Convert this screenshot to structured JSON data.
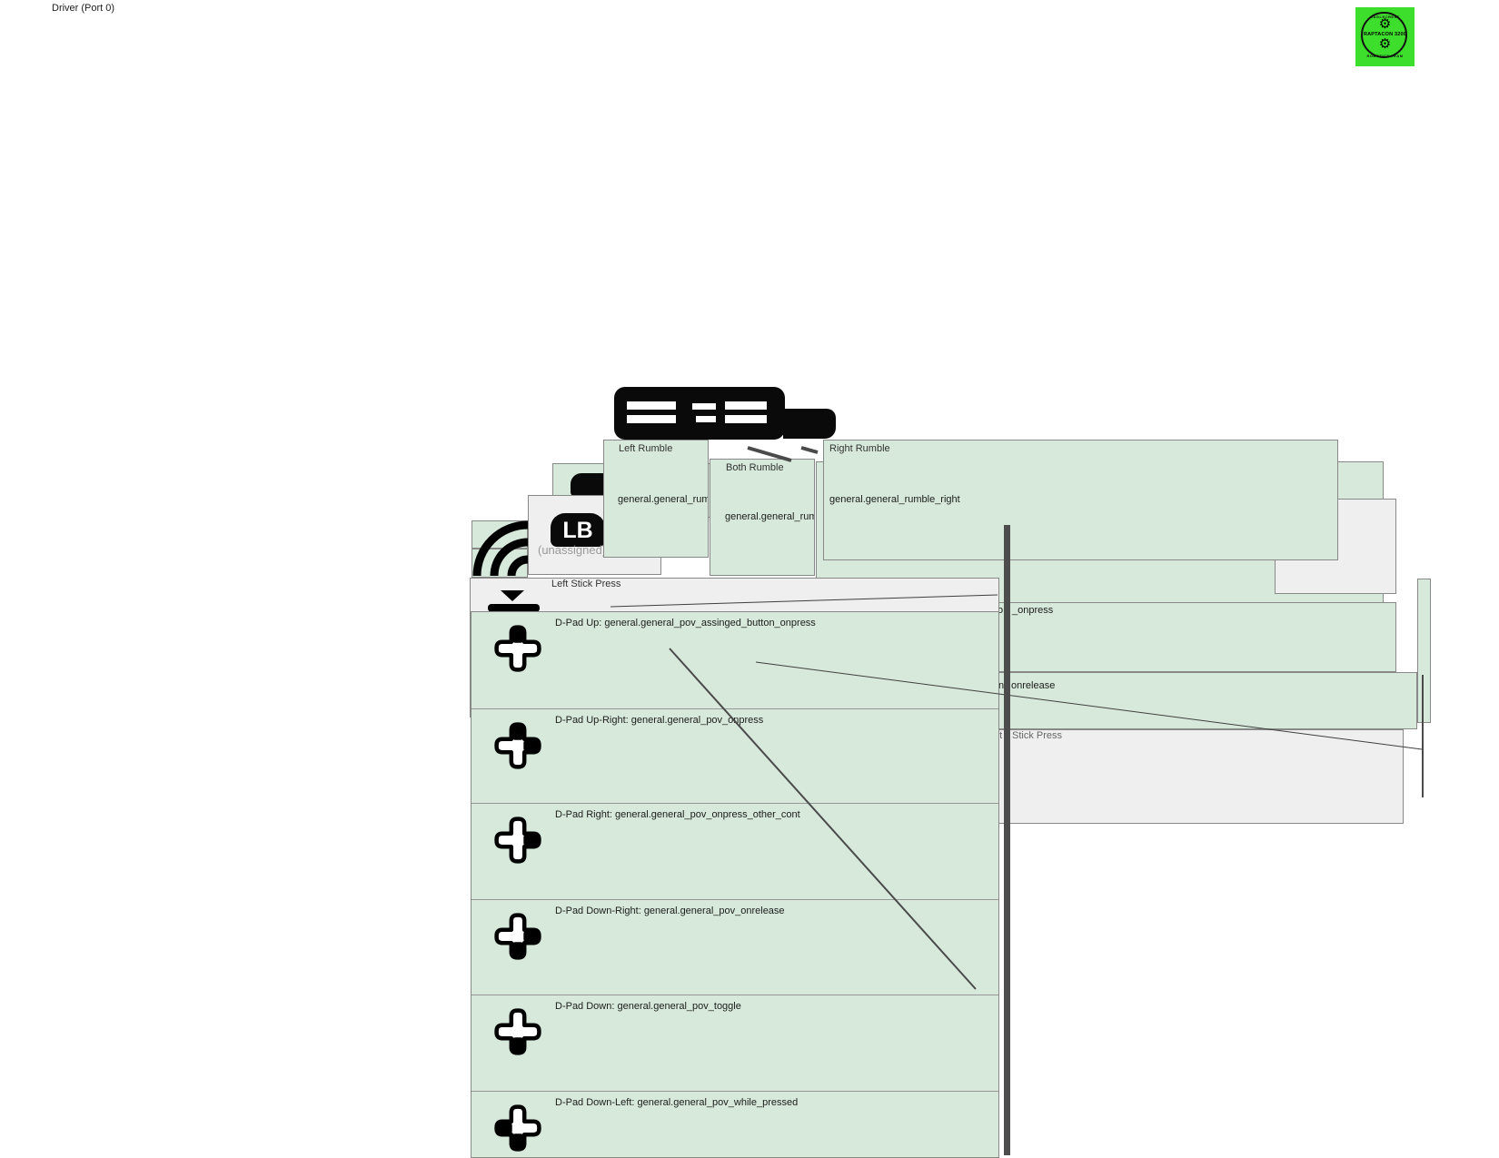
{
  "page": {
    "driver_label": "Driver (Port 0)"
  },
  "logo": {
    "top_arc": "EAGLECREST",
    "name": "RAPTACON 3200",
    "bottom_arc": "ROBOTICS TEAM",
    "bg_color": "#3ede2d"
  },
  "rumble_cards": {
    "left": {
      "title": "Left Rumble",
      "binding": "general.general_rum"
    },
    "both": {
      "title": "Both Rumble",
      "binding": "general.general_rum"
    },
    "right": {
      "title": "Right Rumble",
      "binding": "general.general_rumble_right"
    }
  },
  "lb_card": {
    "button_label": "LB",
    "status": "(unassigned)"
  },
  "left_stick_card": {
    "title": "Left Stick Press"
  },
  "right_panels": {
    "onpress": {
      "pre": "o",
      "post": "_onpress"
    },
    "onrelease": {
      "pre": "n",
      "post": "onrelease"
    },
    "stick": {
      "pre": "ht",
      "post": "Stick Press"
    }
  },
  "dpad_card": {
    "rows": [
      {
        "direction": "up",
        "label": "D-Pad Up: general.general_pov_assinged_button_onpress"
      },
      {
        "direction": "up-right",
        "label": "D-Pad Up-Right: general.general_pov_onpress"
      },
      {
        "direction": "right",
        "label": "D-Pad Right: general.general_pov_onpress_other_cont"
      },
      {
        "direction": "down-right",
        "label": "D-Pad Down-Right: general.general_pov_onrelease"
      },
      {
        "direction": "down",
        "label": "D-Pad Down: general.general_pov_toggle"
      },
      {
        "direction": "down-left",
        "label": "D-Pad Down-Left: general.general_pov_while_pressed"
      }
    ]
  },
  "colors": {
    "card_green": "#d6e9da",
    "card_gray": "#efefef",
    "border_gray": "#888888",
    "focus_bar": "#4d4d4d",
    "logo_green": "#3ede2d"
  }
}
